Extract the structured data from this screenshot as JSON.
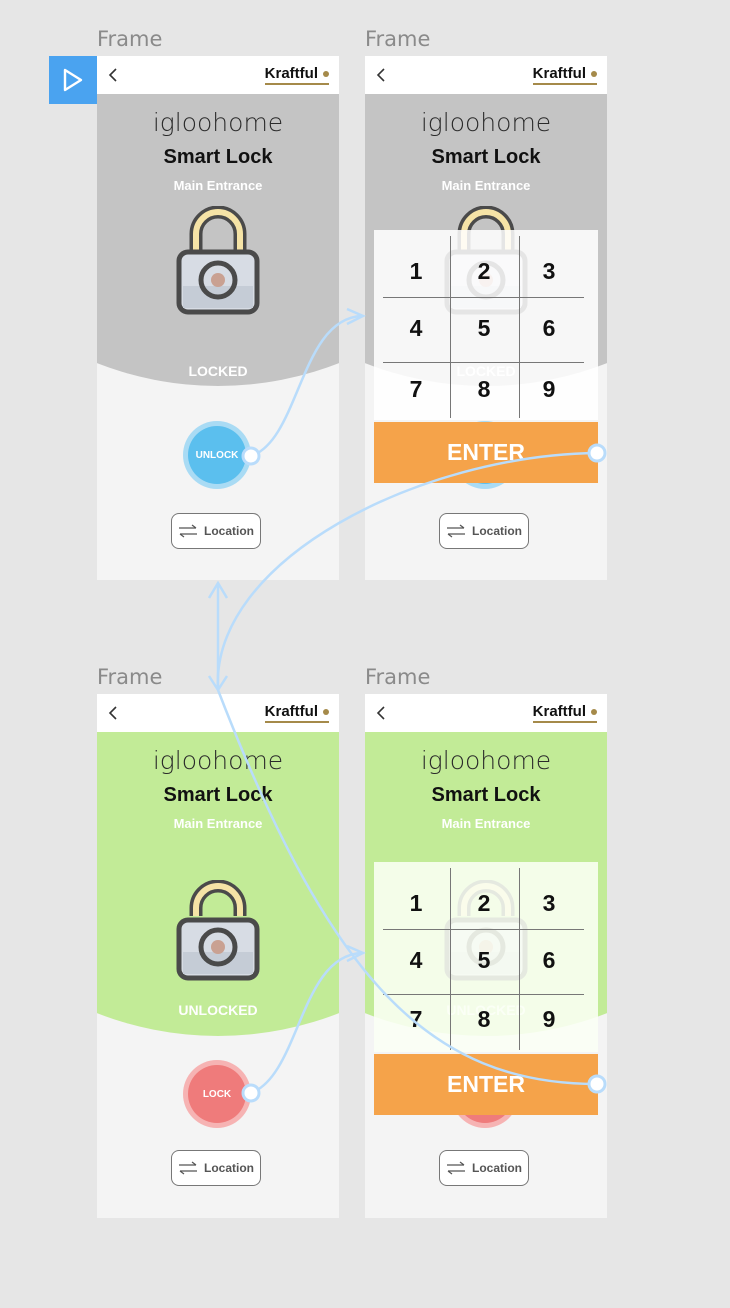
{
  "canvas": {
    "frame_label": "Frame",
    "play_icon": "play-icon"
  },
  "screens": [
    {
      "brand": "Kraftful",
      "logo": "igloohome",
      "title": "Smart Lock",
      "subtitle": "Main Entrance",
      "state": "LOCKED",
      "action": "UNLOCK",
      "location": "Location"
    },
    {
      "brand": "Kraftful",
      "logo": "igloohome",
      "title": "Smart Lock",
      "subtitle": "Main Entrance",
      "state": "LOCKED",
      "keys": [
        "1",
        "2",
        "3",
        "4",
        "5",
        "6",
        "7",
        "8",
        "9"
      ],
      "enter": "ENTER",
      "location": "Location"
    },
    {
      "brand": "Kraftful",
      "logo": "igloohome",
      "title": "Smart Lock",
      "subtitle": "Main Entrance",
      "state": "UNLOCKED",
      "action": "LOCK",
      "location": "Location"
    },
    {
      "brand": "Kraftful",
      "logo": "igloohome",
      "title": "Smart Lock",
      "subtitle": "Main Entrance",
      "state": "UNLOCKED",
      "keys": [
        "1",
        "2",
        "3",
        "4",
        "5",
        "6",
        "7",
        "8",
        "9"
      ],
      "enter": "ENTER",
      "location": "Location"
    }
  ],
  "colors": {
    "locked_bg": "#c4c4c4",
    "unlocked_bg": "#c2eb97",
    "unlock_button": "#5bbfee",
    "lock_button": "#ef7b7b",
    "enter_button": "#f5a34a",
    "play_button": "#4aa3f0",
    "connector": "#b9dcfb"
  }
}
